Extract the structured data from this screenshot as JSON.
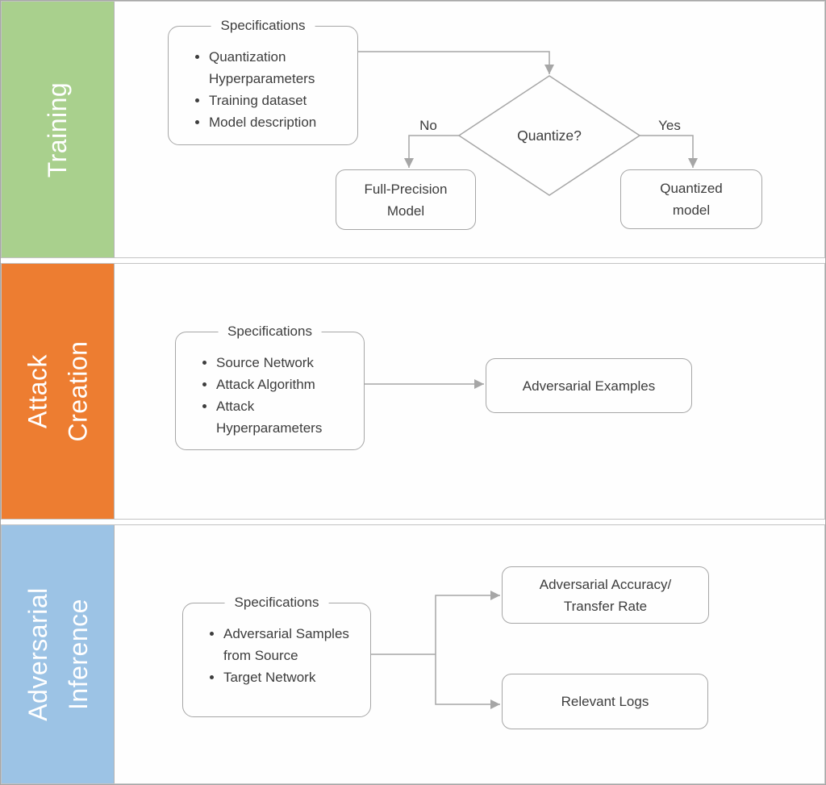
{
  "colors": {
    "training_green": "#a9d08d",
    "attack_orange": "#ed7d31",
    "inference_blue": "#9cc3e5",
    "line_gray": "#a6a6a6",
    "text_gray": "#3d3d3d"
  },
  "sections": [
    {
      "label": "Training",
      "color": "#a9d08d",
      "spec": {
        "title": "Specifications",
        "items": [
          "Quantization Hyperparameters",
          "Training dataset",
          "Model description"
        ]
      },
      "decision": "Quantize?",
      "branch_no": "No",
      "branch_yes": "Yes",
      "nodes": {
        "full_precision": "Full-Precision\nModel",
        "quantized": "Quantized\nmodel"
      }
    },
    {
      "label": "Attack\nCreation",
      "color": "#ed7d31",
      "spec": {
        "title": "Specifications",
        "items": [
          "Source Network",
          "Attack Algorithm",
          "Attack Hyperparameters"
        ]
      },
      "nodes": {
        "adversarial_examples": "Adversarial Examples"
      }
    },
    {
      "label": "Adversarial\nInference",
      "color": "#9cc3e5",
      "spec": {
        "title": "Specifications",
        "items": [
          "Adversarial Samples from Source",
          "Target Network"
        ]
      },
      "nodes": {
        "adversarial_accuracy": "Adversarial Accuracy/\nTransfer Rate",
        "relevant_logs": "Relevant Logs"
      }
    }
  ]
}
